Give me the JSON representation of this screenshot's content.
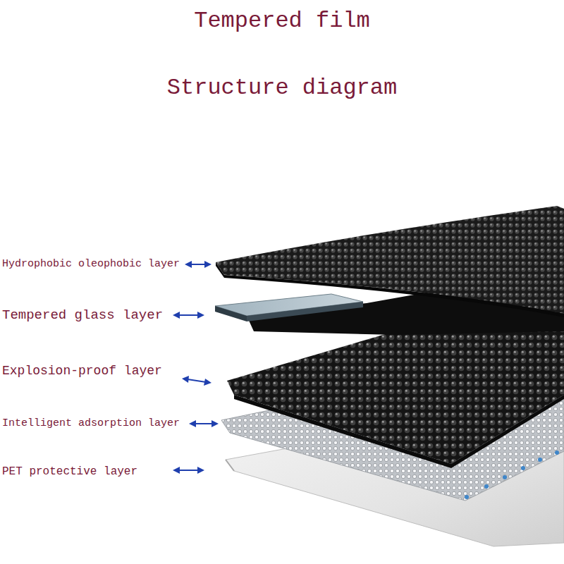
{
  "diagram": {
    "title": "Tempered film",
    "labels": [
      "Structure diagram",
      "Hydrophobic oleophobic layer",
      "Tempered glass layer",
      "Explosion-proof layer",
      "Intelligent adsorption layer",
      "PET protective layer"
    ]
  }
}
